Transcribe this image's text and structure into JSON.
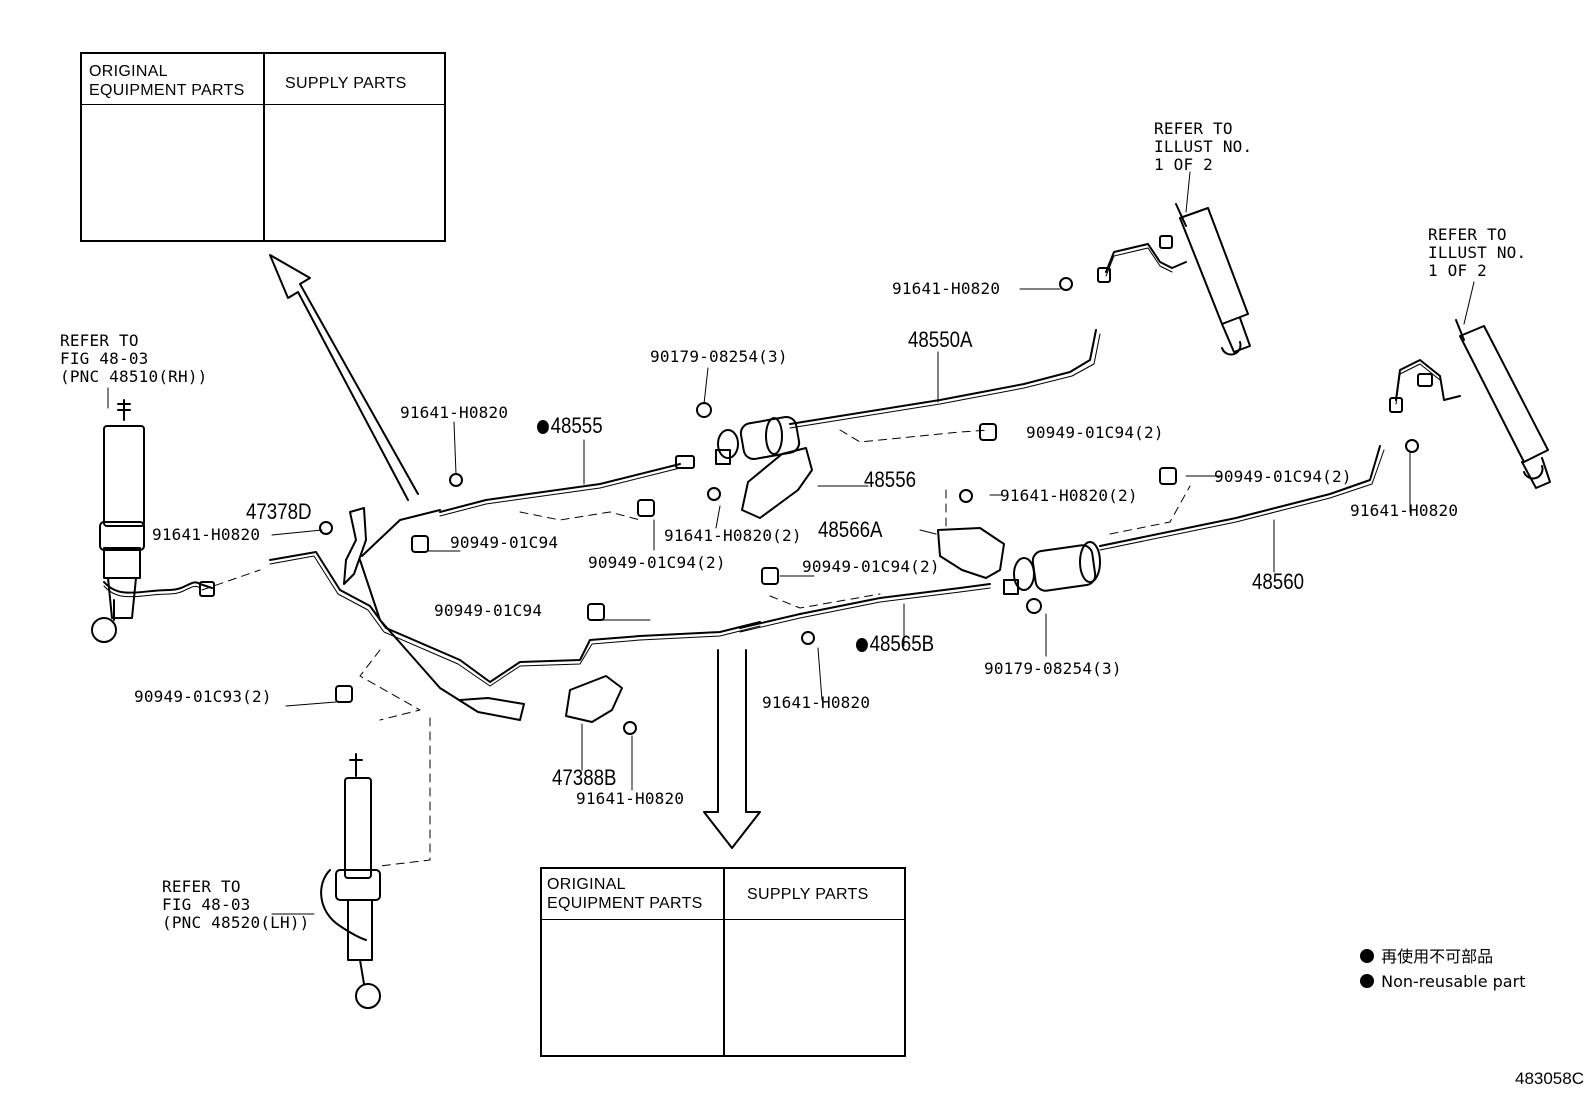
{
  "labels": {
    "refer_fig_rh": [
      "REFER TO",
      "FIG 48-03",
      "(PNC 48510(RH))"
    ],
    "refer_fig_lh": [
      "REFER TO",
      "FIG 48-03",
      "(PNC 48520(LH))"
    ],
    "refer_illust_upper": [
      "REFER TO",
      "ILLUST NO.",
      "1 OF 2"
    ],
    "refer_illust_right": [
      "REFER TO",
      "ILLUST NO.",
      "1 OF 2"
    ],
    "p_91641_h0820_a": "91641-H0820",
    "p_91641_h0820_b": "91641-H0820",
    "p_91641_h0820_c": "91641-H0820",
    "p_91641_h0820_d": "91641-H0820",
    "p_91641_h0820_e": "91641-H0820",
    "p_91641_h0820_f": "91641-H0820",
    "p_91641_h0820_2a": "91641-H0820(2)",
    "p_91641_h0820_2b": "91641-H0820(2)",
    "p_90179_08254_3a": "90179-08254(3)",
    "p_90179_08254_3b": "90179-08254(3)",
    "p_90949_01c94_2a": "90949-01C94(2)",
    "p_90949_01c94_2b": "90949-01C94(2)",
    "p_90949_01c94_2c": "90949-01C94(2)",
    "p_90949_01c94_2d": "90949-01C94(2)",
    "p_90949_01c94_a": "90949-01C94",
    "p_90949_01c94_b": "90949-01C94",
    "p_90949_01c93_2": "90949-01C93(2)",
    "pn_48550a": "48550A",
    "pn_48555": "48555",
    "pn_48556": "48556",
    "pn_48566a": "48566A",
    "pn_48560": "48560",
    "pn_47378d": "47378D",
    "pn_48565b": "48565B",
    "pn_47388b": "47388B"
  },
  "box_top": {
    "original": [
      "ORIGINAL",
      "EQUIPMENT PARTS"
    ],
    "supply": "SUPPLY PARTS"
  },
  "box_bottom": {
    "original": [
      "ORIGINAL",
      "EQUIPMENT PARTS"
    ],
    "supply": "SUPPLY PARTS"
  },
  "legend": {
    "jp": "再使用不可部品",
    "en": "Non-reusable part"
  },
  "illustration_code": "483058C"
}
